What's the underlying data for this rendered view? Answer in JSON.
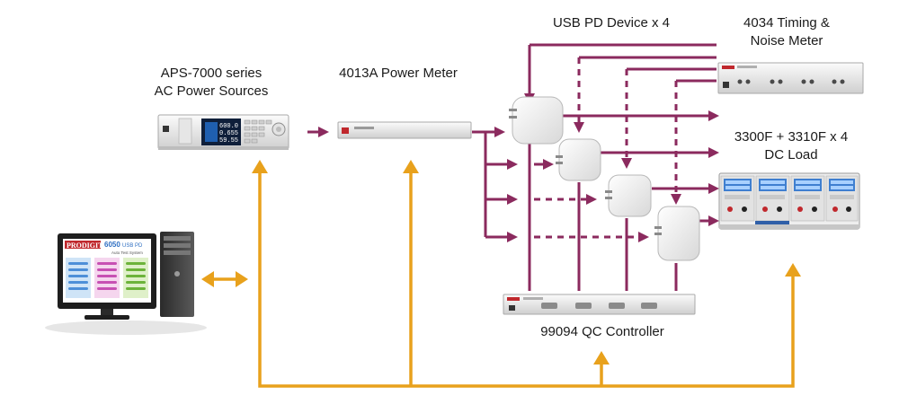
{
  "labels": {
    "ac_source": [
      "APS-7000 series",
      "AC Power Sources"
    ],
    "power_meter": [
      "4013A Power Meter"
    ],
    "usb_pd_device": [
      "USB PD Device x 4"
    ],
    "timing_noise_meter": [
      "4034 Timing &",
      "Noise Meter"
    ],
    "dc_load": [
      "3300F + 3310F x 4",
      "DC Load"
    ],
    "qc_controller": [
      "99094 QC Controller"
    ]
  },
  "screen_text": {
    "brand": "PRODIGIT",
    "model": "6050",
    "model_suffix": "USB PD",
    "subtitle": "Auto Test System"
  },
  "ac_display": [
    "600.0",
    "0.655",
    "59.55"
  ],
  "colors": {
    "signal_line": "#8b2a5e",
    "control_line": "#e8a11c",
    "device_gray": "#d9d9d9",
    "panel_red": "#c0282d",
    "display_blue": "#3f7fd0"
  }
}
